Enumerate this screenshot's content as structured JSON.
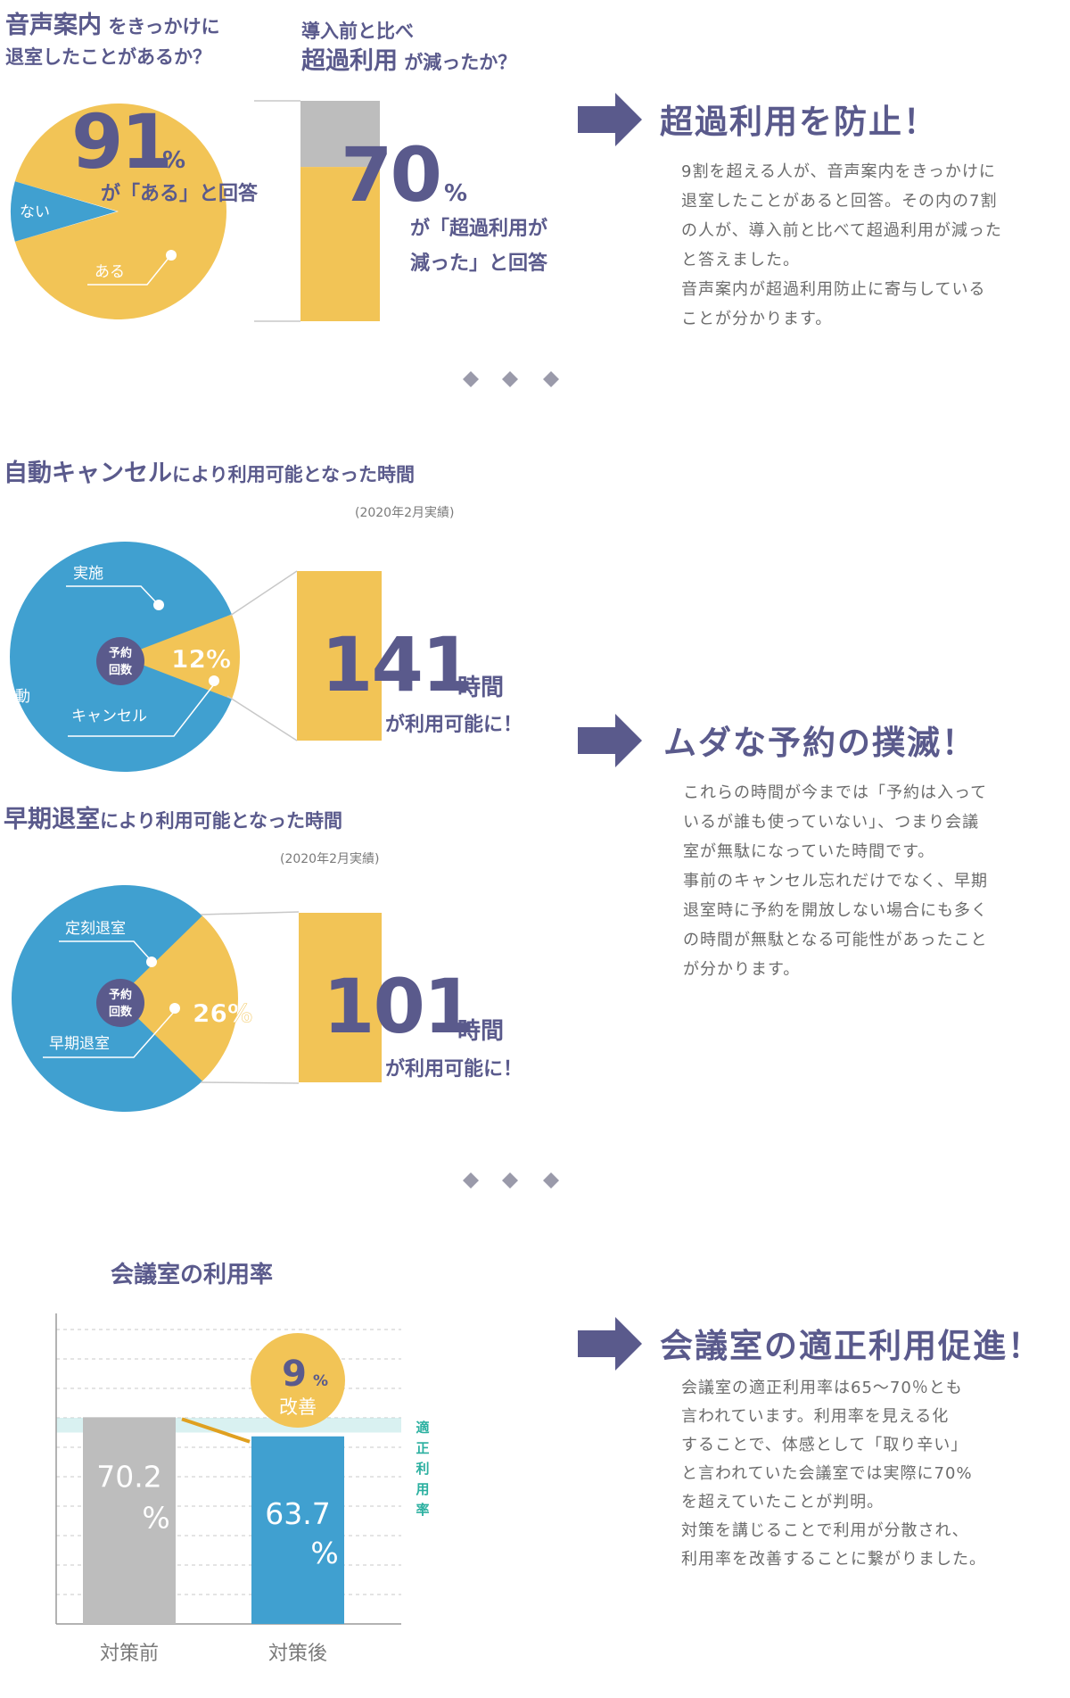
{
  "colors": {
    "navy": "#5a5a8c",
    "yellow": "#f2c456",
    "blue": "#40a0d0",
    "gray": "#bdbdbd",
    "teal": "#bfe8e8",
    "teal_text": "#2bb0a0",
    "orange": "#e0a020",
    "diamond": "#9a9aaa"
  },
  "icons": {
    "arrow": "arrow-right-icon",
    "diamond": "diamond-icon"
  },
  "s1": {
    "q1_big": "音声案内",
    "q1_small": "をきっかけに",
    "q1_line2": "退室したことがあるか？",
    "q2_line1": "導入前と比べ",
    "q2_big": "超過利用",
    "q2_small": "が減ったか？",
    "result": "超過利用を防止！",
    "body": [
      "9割を超える人が、音声案内をきっかけに",
      "退室したことがあると回答。その内の7割",
      "の人が、導入前と比べて超過利用が減った",
      "と答えました。",
      "音声案内が超過利用防止に寄与している",
      "ことが分かります。"
    ]
  },
  "s2": {
    "title_big": "自動キャンセル",
    "title_small": "により利用可能となった時間",
    "note": "(2020年2月実績)",
    "hours": "141",
    "hours_unit": "時間",
    "hours_caption": "が利用可能に！",
    "result": "ムダな予約の撲滅！",
    "body": [
      "これらの時間が今までは「予約は入って",
      "いるが誰も使っていない」、つまり会議",
      "室が無駄になっていた時間です。",
      "事前のキャンセル忘れだけでなく、早期",
      "退室時に予約を開放しない場合にも多く",
      "の時間が無駄となる可能性があったこと",
      "が分かります。"
    ]
  },
  "s3": {
    "title_big": "早期退室",
    "title_small": "により利用可能となった時間",
    "note": "(2020年2月実績)",
    "hours": "101",
    "hours_unit": "時間",
    "hours_caption": "が利用可能に！"
  },
  "s4": {
    "result": "会議室の適正利用促進！",
    "body": [
      "会議室の適正利用率は65～70％とも",
      "言われています。利用率を見える化",
      "することで、体感として「取り辛い」",
      "と言われていた会議室では実際に70%",
      "を超えていたことが判明。",
      "対策を講じることで利用が分散され、",
      "利用率を改善することに繋がりました。"
    ]
  },
  "chart_data": [
    {
      "type": "pie",
      "slices": [
        {
          "label": "ある",
          "value": 91
        },
        {
          "label": "ない",
          "value": 9
        }
      ],
      "value_label": "91",
      "unit": "%",
      "caption": "が「ある」と回答"
    },
    {
      "type": "bar",
      "segments": [
        {
          "value": 70
        },
        {
          "value": 30
        }
      ],
      "value_label": "70",
      "unit": "%",
      "caption": [
        "が「超過利用が",
        "減った」と回答"
      ]
    },
    {
      "type": "pie",
      "center_label": [
        "予約",
        "回数"
      ],
      "slices": [
        {
          "label": "実施",
          "value": 88
        },
        {
          "label": "自動キャンセル",
          "value": 12
        }
      ],
      "value_label": "12%",
      "label_lines": {
        "a": [
          "実施"
        ],
        "b": [
          "自動",
          "キャンセル"
        ]
      }
    },
    {
      "type": "pie",
      "center_label": [
        "予約",
        "回数"
      ],
      "slices": [
        {
          "label": "定刻退室",
          "value": 74
        },
        {
          "label": "早期退室",
          "value": 26
        }
      ],
      "value_label": "26%",
      "label_lines": {
        "a": [
          "定刻退室"
        ],
        "b": [
          "早期退室"
        ]
      }
    },
    {
      "type": "bar",
      "title": "会議室の利用率",
      "categories": [
        "対策前",
        "対策後"
      ],
      "values": [
        70.2,
        63.7
      ],
      "value_labels": [
        [
          "70.2",
          "%"
        ],
        [
          "63.7",
          "%"
        ]
      ],
      "band_label": "適正利用率",
      "band": [
        65,
        70
      ],
      "ylim": [
        0,
        100
      ],
      "improvement": {
        "value": "9",
        "unit": "%",
        "label": "改善"
      }
    }
  ]
}
